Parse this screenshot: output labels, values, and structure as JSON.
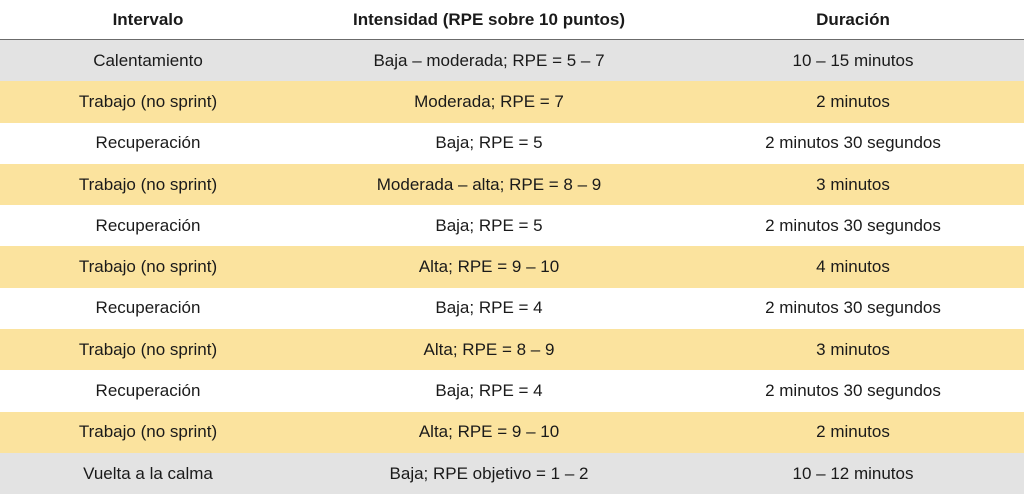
{
  "table": {
    "headers": [
      "Intervalo",
      "Intensidad (RPE sobre 10 puntos)",
      "Duración"
    ],
    "rows": [
      {
        "style": "gray",
        "cells": [
          "Calentamiento",
          "Baja – moderada; RPE = 5 – 7",
          "10 – 15 minutos"
        ]
      },
      {
        "style": "yellow",
        "cells": [
          "Trabajo (no sprint)",
          "Moderada; RPE = 7",
          "2 minutos"
        ]
      },
      {
        "style": "white",
        "cells": [
          "Recuperación",
          "Baja; RPE = 5",
          "2 minutos 30 segundos"
        ]
      },
      {
        "style": "yellow",
        "cells": [
          "Trabajo (no sprint)",
          "Moderada – alta; RPE = 8 – 9",
          "3 minutos"
        ]
      },
      {
        "style": "white",
        "cells": [
          "Recuperación",
          "Baja; RPE = 5",
          "2 minutos 30 segundos"
        ]
      },
      {
        "style": "yellow",
        "cells": [
          "Trabajo (no sprint)",
          "Alta; RPE = 9 – 10",
          "4 minutos"
        ]
      },
      {
        "style": "white",
        "cells": [
          "Recuperación",
          "Baja; RPE = 4",
          "2 minutos 30 segundos"
        ]
      },
      {
        "style": "yellow",
        "cells": [
          "Trabajo (no sprint)",
          "Alta; RPE = 8 – 9",
          "3 minutos"
        ]
      },
      {
        "style": "white",
        "cells": [
          "Recuperación",
          "Baja; RPE = 4",
          "2 minutos 30 segundos"
        ]
      },
      {
        "style": "yellow",
        "cells": [
          "Trabajo (no sprint)",
          "Alta; RPE = 9 – 10",
          "2 minutos"
        ]
      },
      {
        "style": "gray",
        "cells": [
          "Vuelta a la calma",
          "Baja; RPE objetivo = 1 – 2",
          "10 – 12 minutos"
        ]
      }
    ]
  },
  "colors": {
    "gray_row": "#e3e3e3",
    "yellow_row": "#fbe39e",
    "white_row": "#ffffff",
    "header_rule": "#6b6b6b"
  }
}
